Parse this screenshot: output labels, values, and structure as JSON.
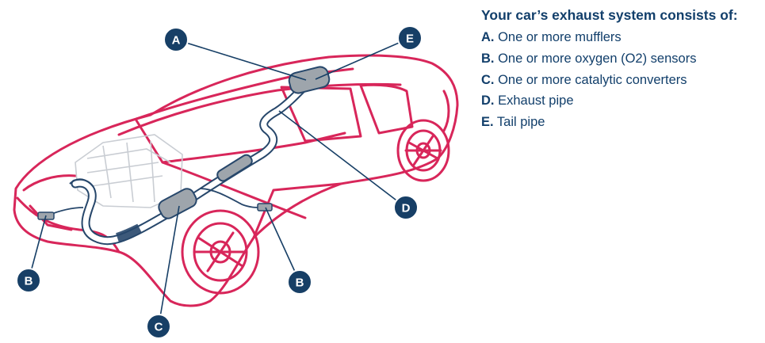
{
  "legend": {
    "title": "Your car’s exhaust system consists of:",
    "items": [
      {
        "letter": "A.",
        "text": "One or more mufflers"
      },
      {
        "letter": "B.",
        "text": "One or more oxygen (O2) sensors"
      },
      {
        "letter": "C.",
        "text": "One or more catalytic converters"
      },
      {
        "letter": "D.",
        "text": "Exhaust pipe"
      },
      {
        "letter": "E.",
        "text": "Tail pipe"
      }
    ]
  },
  "callouts": {
    "a": "A",
    "e": "E",
    "d": "D",
    "b_front": "B",
    "b_rear": "B",
    "c": "C"
  },
  "colors": {
    "car_outline": "#d8265a",
    "pipe_outline": "#27476b",
    "component_fill": "#9ea5ac",
    "callout_fill": "#173f66",
    "legend_text": "#123f6b"
  }
}
